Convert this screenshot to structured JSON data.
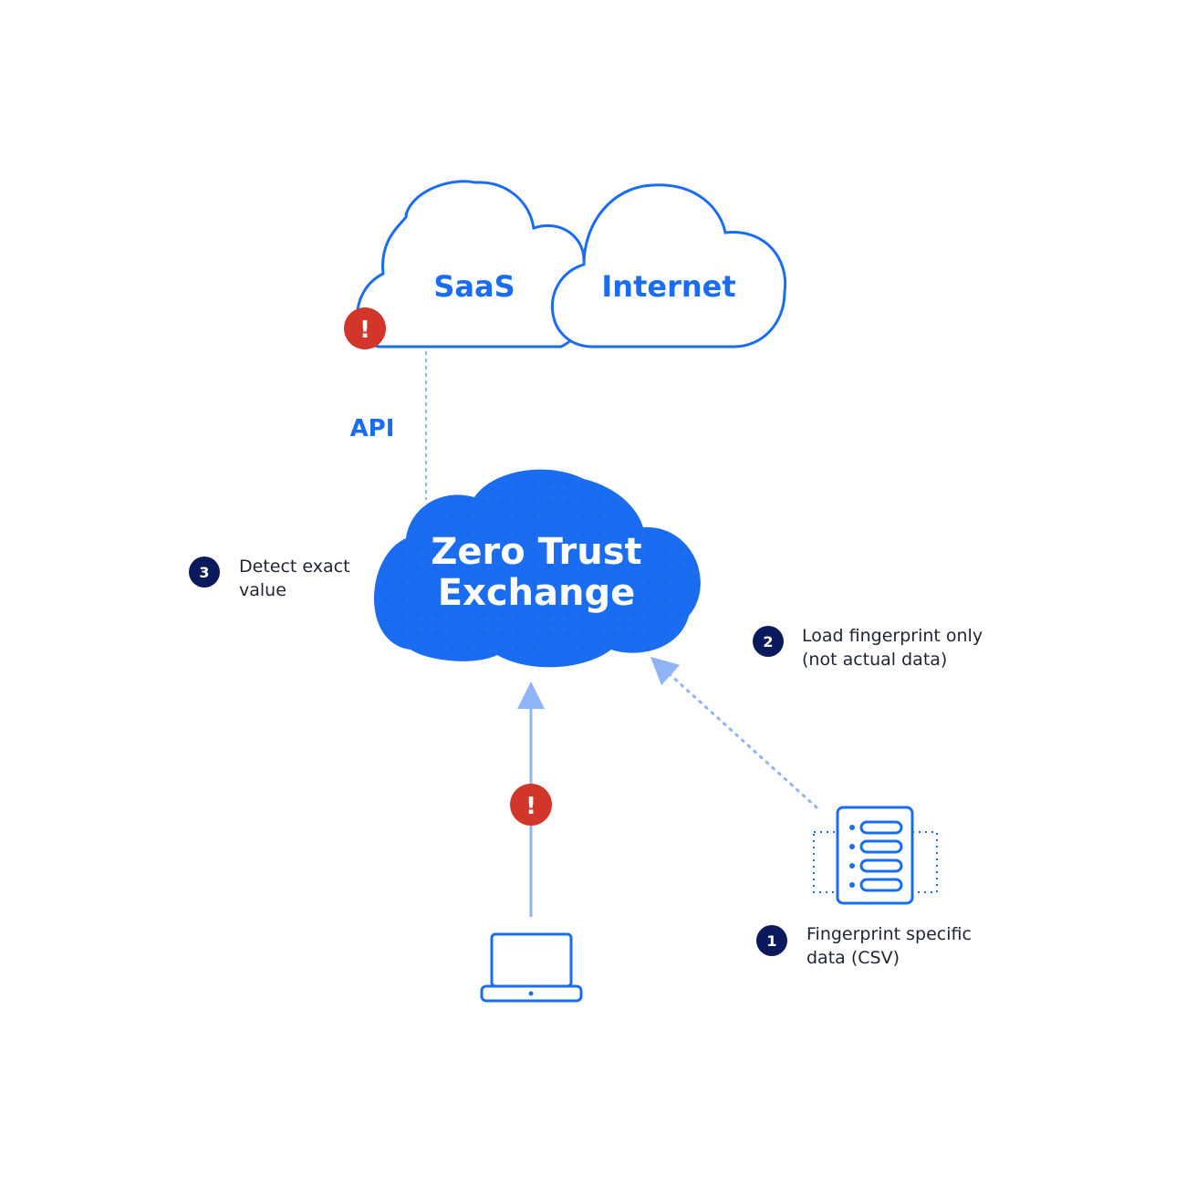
{
  "clouds": {
    "saas_label": "SaaS",
    "internet_label": "Internet"
  },
  "api_label": "API",
  "zero_trust": {
    "line1": "Zero Trust",
    "line2": "Exchange"
  },
  "steps": [
    {
      "number": "1",
      "line1": "Fingerprint specific",
      "line2": "data (CSV)"
    },
    {
      "number": "2",
      "line1": "Load fingerprint only",
      "line2": "(not actual data)"
    },
    {
      "number": "3",
      "line1": "Detect exact",
      "line2": "value"
    }
  ],
  "alert_symbol": "!",
  "colors": {
    "brand_blue": "#1a6cf0",
    "light_blue": "#8fb4f5",
    "navy": "#0b1a5c",
    "alert_red": "#d2362b"
  },
  "icons": [
    "alert-icon",
    "laptop-icon",
    "database-server-icon"
  ]
}
